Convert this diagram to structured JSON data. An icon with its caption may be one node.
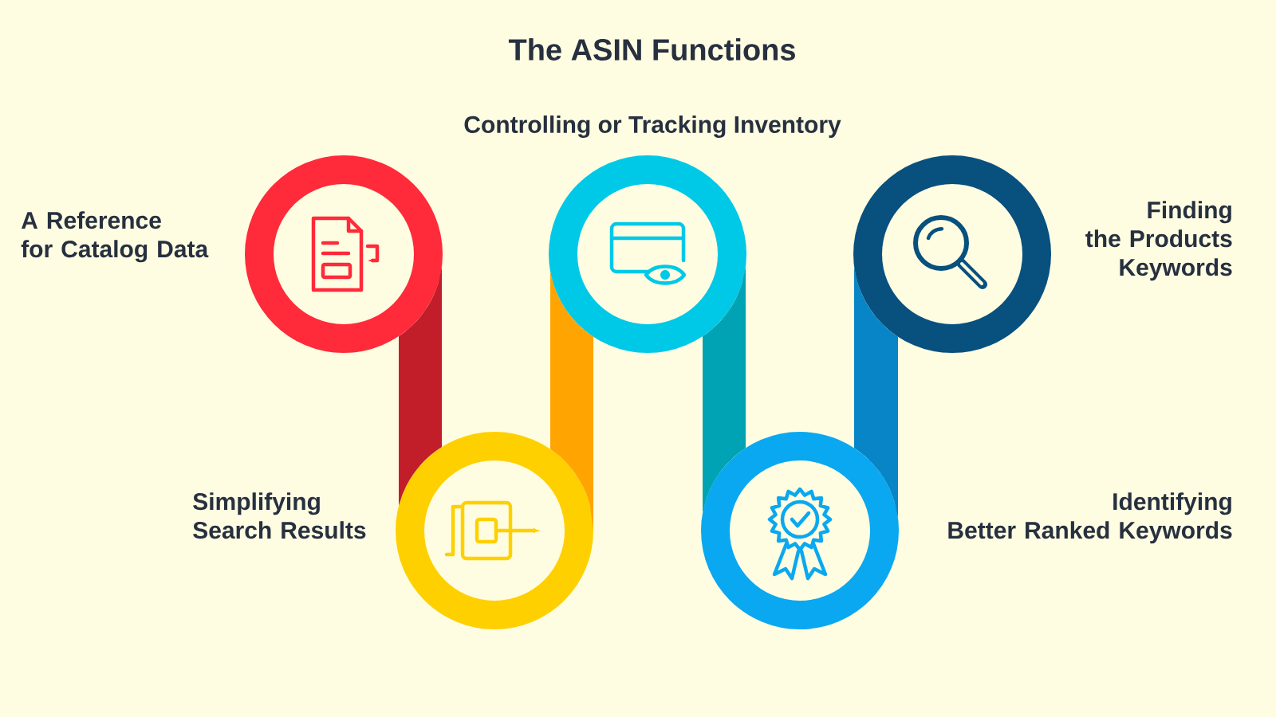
{
  "diagram": {
    "title": "The ASIN Functions",
    "nodes": [
      {
        "text": [],
        "shape": "circle",
        "beside": [
          "A Reference for Catalog Data"
        ]
      },
      {
        "text": [],
        "shape": "circle",
        "beside": [
          "Simplifying Search Results"
        ]
      },
      {
        "text": [],
        "shape": "circle",
        "beside": [
          "Controlling or Tracking Inventory"
        ]
      },
      {
        "text": [],
        "shape": "circle",
        "beside": [
          "Identifying Better Ranked Keywords"
        ]
      },
      {
        "text": [],
        "shape": "circle",
        "beside": [
          "Finding the Products Keywords"
        ]
      }
    ],
    "edges": [
      {
        "from": 0,
        "to": 1,
        "arrow": "none",
        "color": "#c21e2a"
      },
      {
        "from": 1,
        "to": 2,
        "arrow": "none",
        "color": "#ffa400"
      },
      {
        "from": 2,
        "to": 3,
        "arrow": "none",
        "color": "#00a3b4"
      },
      {
        "from": 3,
        "to": 4,
        "arrow": "none",
        "color": "#0785c6"
      }
    ]
  }
}
